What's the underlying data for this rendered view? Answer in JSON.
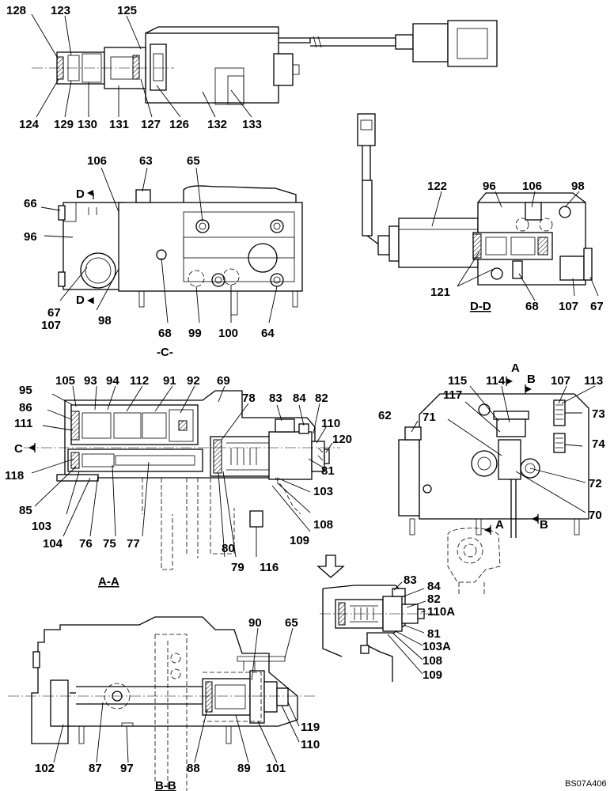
{
  "views": {
    "section_c": "-C-",
    "section_dd": "D-D",
    "section_aa": "A-A",
    "section_bb": "B-B"
  },
  "section_markers": {
    "d_top": "D",
    "d_bottom": "D",
    "c": "C",
    "a_top": "A",
    "b_top": "B",
    "a_bottom": "A",
    "b_bottom": "B"
  },
  "drawing_code": "BS07A406",
  "labels": {
    "top": [
      "128",
      "123",
      "125",
      "124",
      "129",
      "130",
      "131",
      "127",
      "126",
      "132",
      "133"
    ],
    "view_c": [
      "106",
      "63",
      "65",
      "66",
      "96",
      "67",
      "107",
      "98",
      "68",
      "99",
      "100",
      "64"
    ],
    "view_dd": [
      "122",
      "96",
      "106",
      "98",
      "121",
      "68",
      "107",
      "67"
    ],
    "view_aa": [
      "105",
      "93",
      "94",
      "112",
      "91",
      "92",
      "69",
      "95",
      "86",
      "111",
      "78",
      "83",
      "84",
      "82",
      "110",
      "120",
      "118",
      "81",
      "85",
      "103",
      "103",
      "104",
      "76",
      "75",
      "77",
      "80",
      "79",
      "116",
      "108",
      "109"
    ],
    "view_right": [
      "115",
      "114",
      "107",
      "113",
      "117",
      "71",
      "62",
      "73",
      "74",
      "72",
      "70"
    ],
    "detail": [
      "83",
      "84",
      "82",
      "110A",
      "81",
      "103A",
      "108",
      "109"
    ],
    "view_bb": [
      "90",
      "65",
      "119",
      "110",
      "102",
      "87",
      "97",
      "88",
      "89",
      "101"
    ]
  }
}
